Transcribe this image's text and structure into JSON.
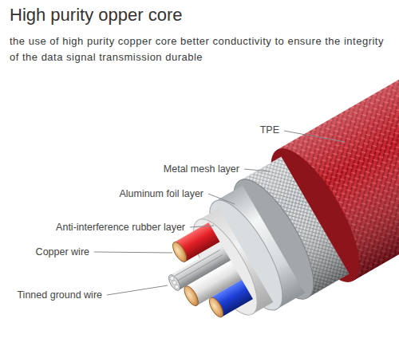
{
  "diagram": {
    "title": "High purity opper core",
    "labels": [
      "the use of high purity copper core better conductivity to ensure the integrity of the data signal transmission durable",
      "TPE",
      "Metal mesh layer",
      "Aluminum foil layer",
      "Anti-interference rubber layer",
      "Copper wire",
      "Tinned ground wire"
    ]
  }
}
